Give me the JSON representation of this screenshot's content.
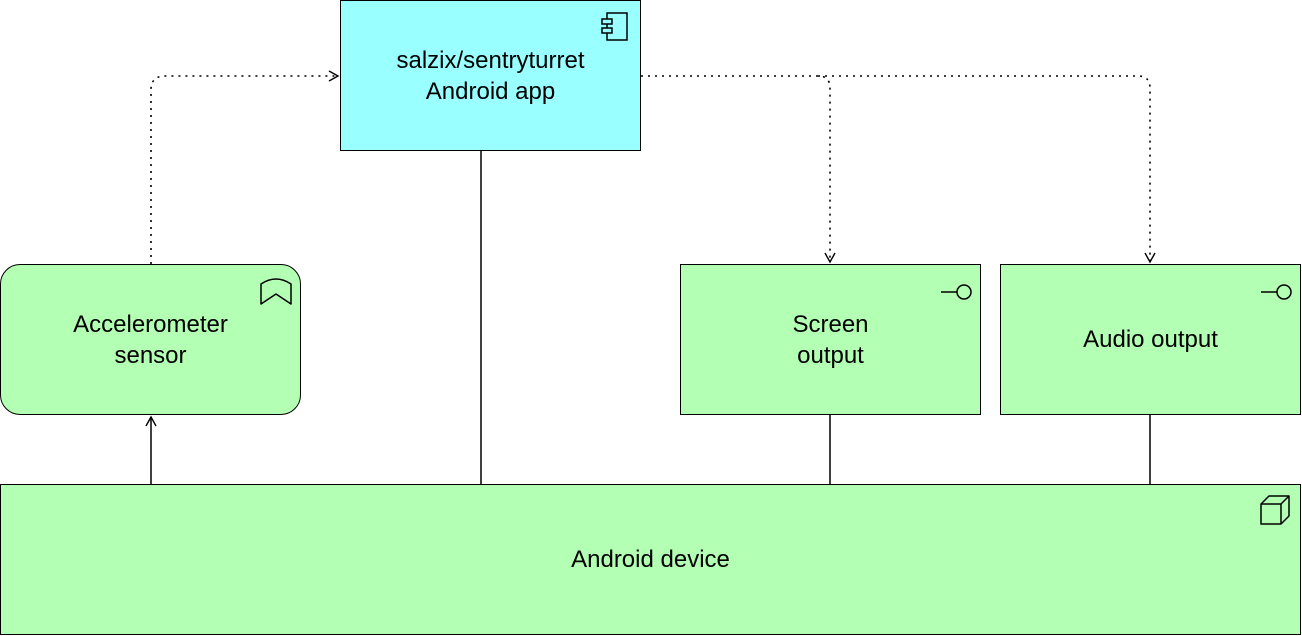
{
  "diagram": {
    "app": {
      "label": "salzix/sentryturret\nAndroid app",
      "icon": "component-icon",
      "color": "#99ffff"
    },
    "sensor": {
      "label": "Accelerometer\nsensor",
      "icon": "event-icon",
      "color": "#b3ffb3"
    },
    "screen": {
      "label": "Screen\noutput",
      "icon": "interface-icon",
      "color": "#b3ffb3"
    },
    "audio": {
      "label": "Audio output",
      "icon": "interface-icon",
      "color": "#b3ffb3"
    },
    "device": {
      "label": "Android device",
      "icon": "node-icon",
      "color": "#b3ffb3"
    }
  }
}
